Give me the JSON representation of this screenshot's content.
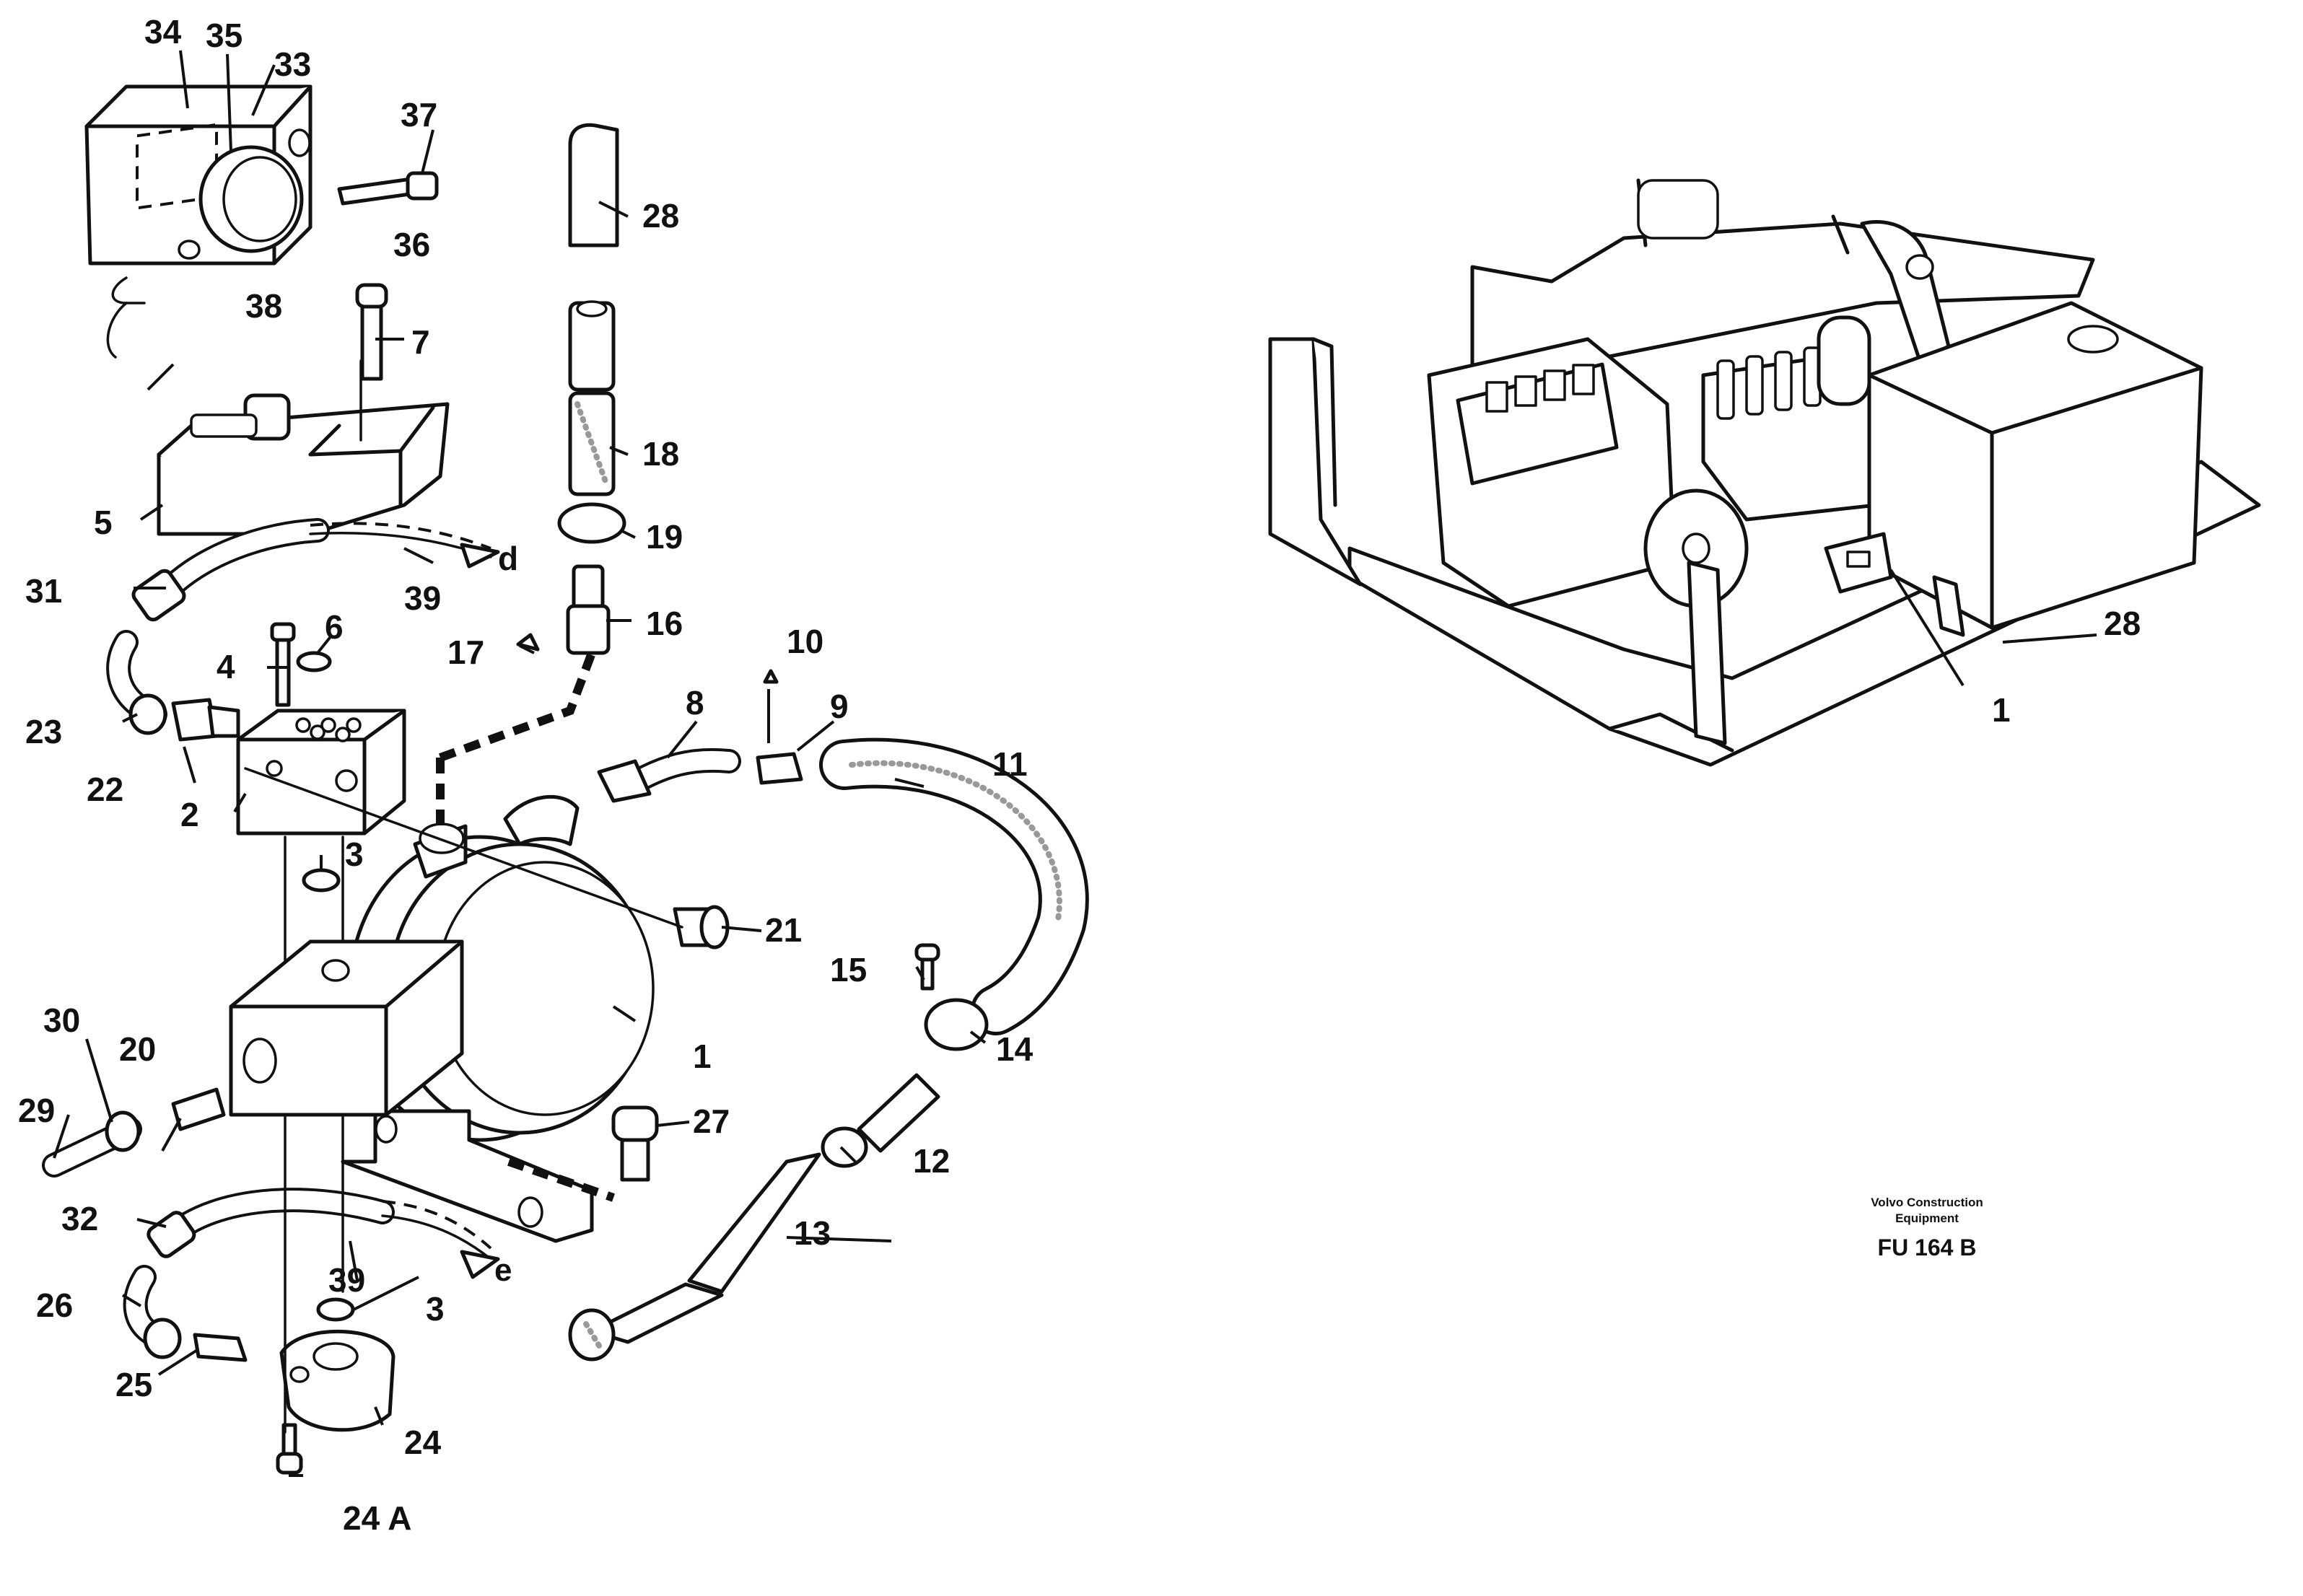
{
  "figure_code": "FU 164 B",
  "publisher_line_1": "Volvo Construction",
  "publisher_line_2": "Equipment",
  "callouts": {
    "c1": "1",
    "c2": "2",
    "c3a": "3",
    "c3b": "3",
    "c4": "4",
    "c5": "5",
    "c6": "6",
    "c7": "7",
    "c8": "8",
    "c9": "9",
    "c10": "10",
    "c11": "11",
    "c12": "12",
    "c13": "13",
    "c14": "14",
    "c15": "15",
    "c16": "16",
    "c17": "17",
    "c18": "18",
    "c19": "19",
    "c20": "20",
    "c21": "21",
    "c22": "22",
    "c23": "23",
    "c24": "24",
    "c24a": "24 A",
    "c25": "25",
    "c26": "26",
    "c27": "27",
    "c28": "28",
    "c29": "29",
    "c30": "30",
    "c31": "31",
    "c32": "32",
    "c33": "33",
    "c34": "34",
    "c35": "35",
    "c36": "36",
    "c37": "37",
    "c38": "38",
    "c39a": "39",
    "c39b": "39",
    "d": "d",
    "e": "e"
  },
  "machine_callouts": {
    "m1": "1",
    "m28": "28"
  }
}
